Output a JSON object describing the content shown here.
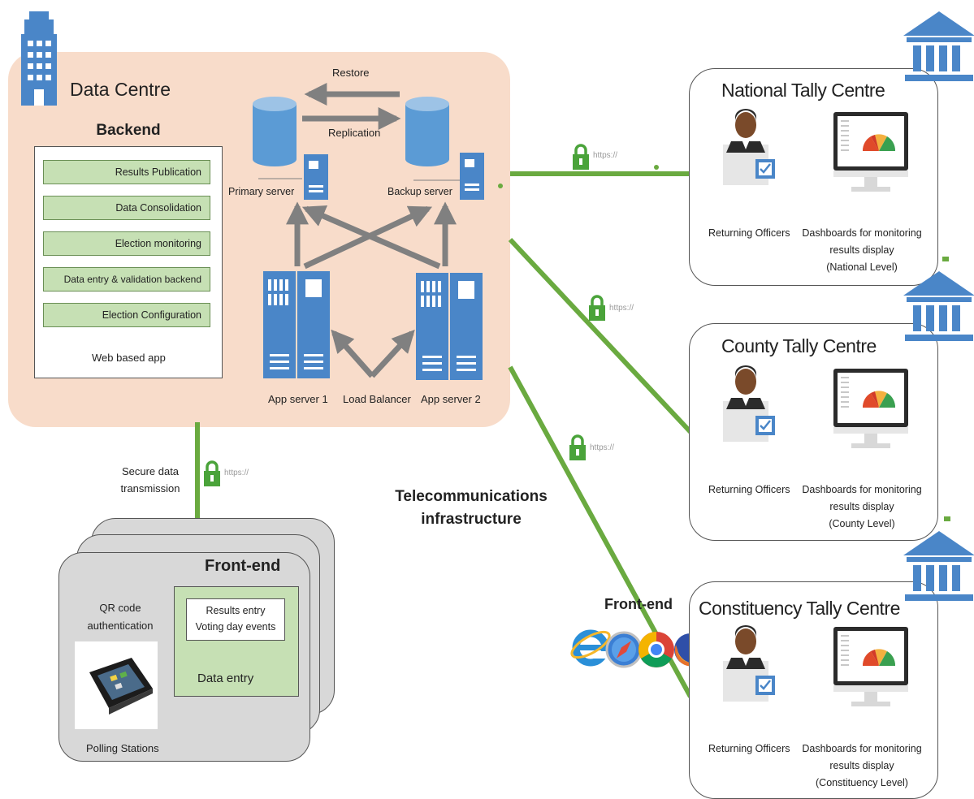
{
  "data_centre": {
    "title": "Data Centre",
    "backend": {
      "title": "Backend",
      "modules": [
        "Results Publication",
        "Data Consolidation",
        "Election monitoring",
        "Data entry & validation backend",
        "Election Configuration"
      ],
      "web_app_label": "Web based app"
    },
    "restore_label": "Restore",
    "replication_label": "Replication",
    "primary_server_label": "Primary server",
    "backup_server_label": "Backup server",
    "app_server_1_label": "App server 1",
    "load_balancer_label": "Load Balancer",
    "app_server_2_label": "App server 2"
  },
  "links": {
    "secure_line1": "Secure data",
    "secure_line2": "transmission",
    "https_label": "https://",
    "telecom_line1": "Telecommunications",
    "telecom_line2": "infrastructure"
  },
  "frontend_station": {
    "title": "Front-end",
    "qr_line1": "QR code",
    "qr_line2": "authentication",
    "entry_line1": "Results entry",
    "entry_line2": "Voting day events",
    "data_entry_label": "Data entry",
    "polling_label": "Polling Stations"
  },
  "browser_frontend_label": "Front-end",
  "tally_centres": [
    {
      "title": "National Tally Centre",
      "officers_label": "Returning Officers",
      "dash_line1": "Dashboards for monitoring",
      "dash_line2": "results display",
      "dash_line3": "(National Level)"
    },
    {
      "title": "County Tally Centre",
      "officers_label": "Returning Officers",
      "dash_line1": "Dashboards for monitoring",
      "dash_line2": "results display",
      "dash_line3": "(County Level)"
    },
    {
      "title": "Constituency Tally Centre",
      "officers_label": "Returning Officers",
      "dash_line1": "Dashboards for monitoring",
      "dash_line2": "results display",
      "dash_line3": "(Constituency Level)"
    }
  ],
  "colors": {
    "blue": "#4a86c8",
    "green_line": "#6aaa40",
    "data_centre_bg": "#f8dcca",
    "module_green": "#c6e0b4",
    "arrow_gray": "#808080"
  },
  "icons": [
    "office-building-icon",
    "database-icon",
    "server-icon",
    "server-rack-icon",
    "padlock-icon",
    "government-building-icon",
    "officer-icon",
    "monitor-dashboard-icon",
    "tablet-device-icon",
    "internet-explorer-icon",
    "safari-icon",
    "chrome-icon",
    "firefox-icon"
  ]
}
